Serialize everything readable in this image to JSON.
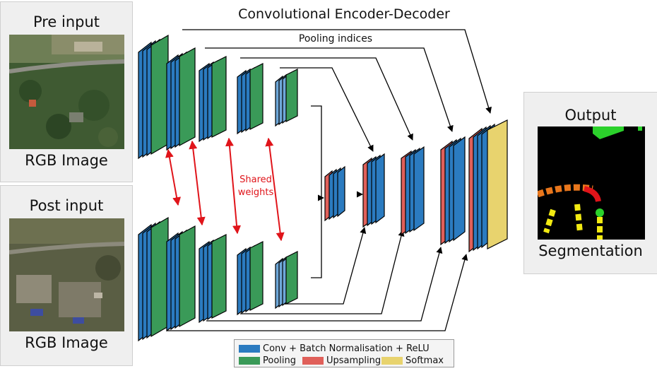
{
  "title": "Convolutional Encoder-Decoder",
  "pooling_label": "Pooling indices",
  "shared_label_line1": "Shared",
  "shared_label_line2": "weights",
  "pre_panel": {
    "heading": "Pre input",
    "caption": "RGB Image"
  },
  "post_panel": {
    "heading": "Post input",
    "caption": "RGB Image"
  },
  "output_panel": {
    "heading": "Output",
    "caption": "Segmentation"
  },
  "legend": {
    "conv": "Conv + Batch Normalisation + ReLU",
    "pooling": "Pooling",
    "upsampling": "Upsampling",
    "softmax": "Softmax"
  },
  "colors": {
    "conv": "#2b7bc0",
    "conv_light": "#6fa8d9",
    "pooling": "#3a9a58",
    "upsampling": "#e0605a",
    "softmax": "#e8d36e",
    "arrow_shared": "#e0141a"
  }
}
